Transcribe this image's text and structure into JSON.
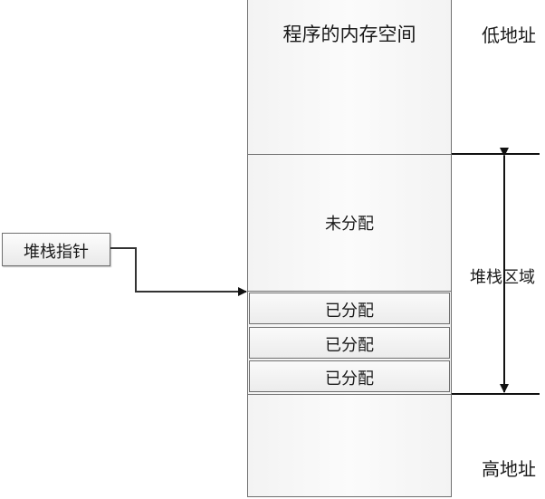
{
  "diagram": {
    "memory_title": "程序的内存空间",
    "low_address": "低地址",
    "high_address": "高地址",
    "unallocated": "未分配",
    "allocated": [
      "已分配",
      "已分配",
      "已分配"
    ],
    "stack_pointer": "堆栈指针",
    "stack_region": "堆栈区域"
  }
}
